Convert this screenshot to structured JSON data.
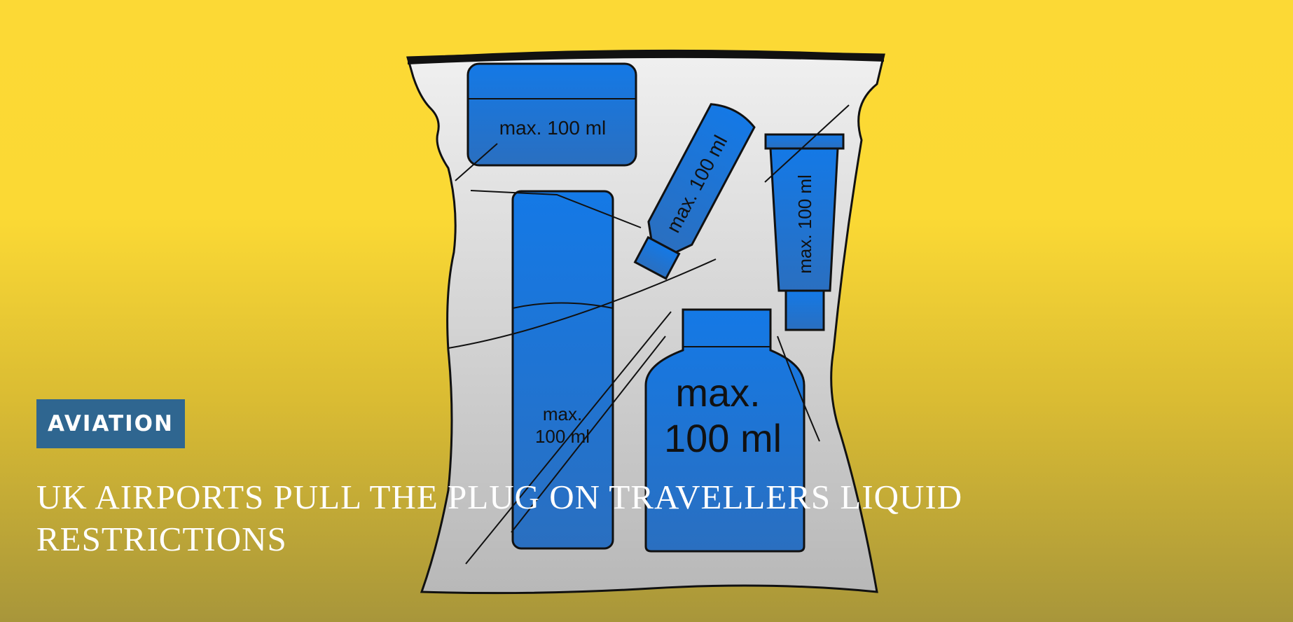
{
  "category_badge": "AVIATION",
  "headline": "UK AIRPORTS PULL THE PLUG ON TRAVELLERS LIQUID RESTRICTIONS",
  "illustration": {
    "description_labels": [
      "max. 100 ml",
      "max. 100 ml",
      "max. 100 ml",
      "max.",
      "100 ml",
      "max.",
      "100 ml"
    ],
    "colors": {
      "background_top": "#fcd935",
      "bag": "#dcdcdc",
      "container": "#1477e0",
      "badge": "#2f6690"
    }
  }
}
